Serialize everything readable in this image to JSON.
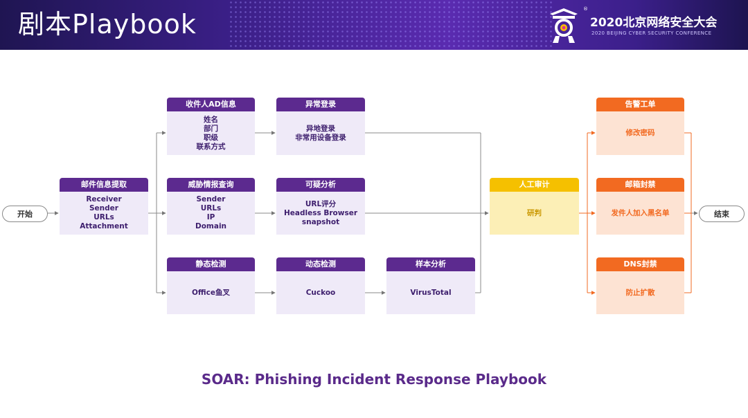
{
  "header": {
    "title": "剧本Playbook",
    "conference": "2020北京网络安全大会",
    "conference_en": "2020 BEIJING CYBER SECURITY CONFERENCE",
    "registered_mark": "®"
  },
  "flow": {
    "start": "开始",
    "end": "结束",
    "extract": {
      "title": "邮件信息提取",
      "lines": [
        "Receiver",
        "Sender",
        "URLs",
        "Attachment"
      ]
    },
    "ad_info": {
      "title": "收件人AD信息",
      "lines": [
        "姓名",
        "部门",
        "职级",
        "联系方式"
      ]
    },
    "abnormal_login": {
      "title": "异常登录",
      "lines": [
        "异地登录",
        "非常用设备登录"
      ]
    },
    "threat_intel": {
      "title": "威胁情报查询",
      "lines": [
        "Sender",
        "URLs",
        "IP",
        "Domain"
      ]
    },
    "suspicious_analysis": {
      "title": "可疑分析",
      "lines": [
        "URL评分",
        "Headless Browser",
        "snapshot"
      ]
    },
    "static_detect": {
      "title": "静态检测",
      "lines": [
        "Office鱼叉"
      ]
    },
    "dynamic_detect": {
      "title": "动态检测",
      "lines": [
        "Cuckoo"
      ]
    },
    "sample_analysis": {
      "title": "样本分析",
      "lines": [
        "VirusTotal"
      ]
    },
    "manual_review": {
      "title": "人工审计",
      "lines": [
        "研判"
      ]
    },
    "alert_ticket": {
      "title": "告警工单",
      "lines": [
        "修改密码"
      ]
    },
    "mailbox_block": {
      "title": "邮箱封禁",
      "lines": [
        "发件人加入黑名单"
      ]
    },
    "dns_block": {
      "title": "DNS封禁",
      "lines": [
        "防止扩散"
      ]
    }
  },
  "caption": "SOAR: Phishing Incident Response Playbook",
  "colors": {
    "purple": "#5c2a8f",
    "yellow": "#f5c000",
    "orange": "#f26a21"
  }
}
